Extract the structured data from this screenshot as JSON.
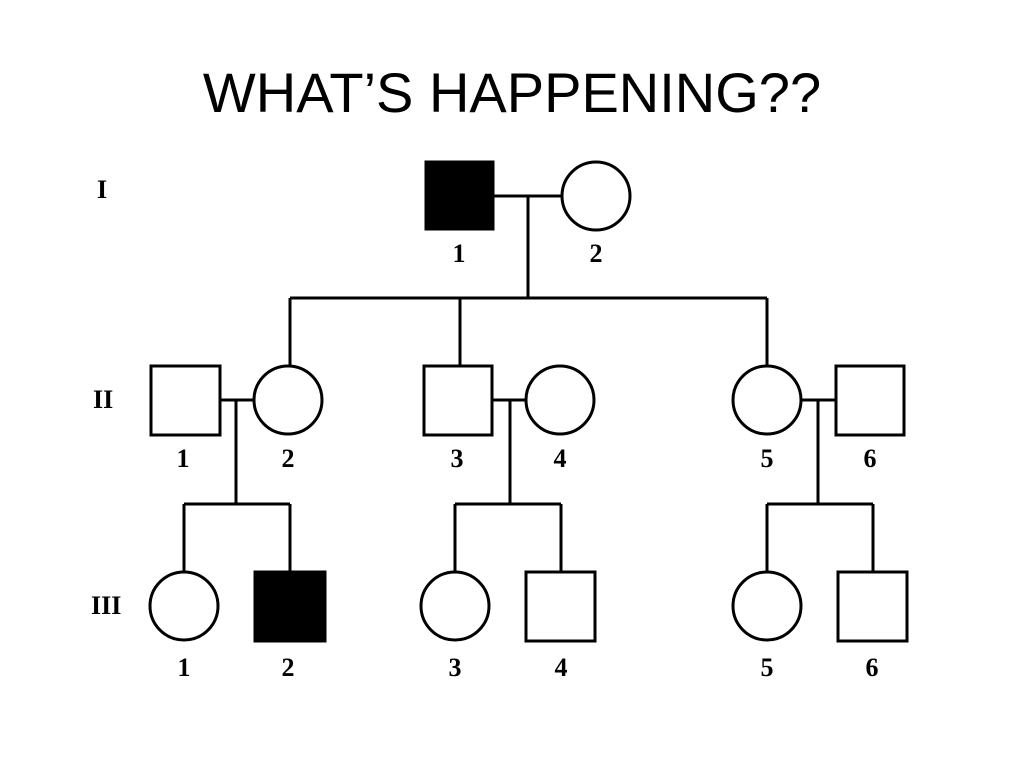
{
  "title": "WHAT’S HAPPENING??",
  "colors": {
    "affected": "#000000",
    "unaffected": "#ffffff",
    "stroke": "#000000"
  },
  "generations": [
    {
      "id": "I",
      "label": "I",
      "individuals": [
        {
          "number": "1",
          "sex": "male",
          "affected": true
        },
        {
          "number": "2",
          "sex": "female",
          "affected": false
        }
      ]
    },
    {
      "id": "II",
      "label": "II",
      "individuals": [
        {
          "number": "1",
          "sex": "male",
          "affected": false
        },
        {
          "number": "2",
          "sex": "female",
          "affected": false
        },
        {
          "number": "3",
          "sex": "male",
          "affected": false
        },
        {
          "number": "4",
          "sex": "female",
          "affected": false
        },
        {
          "number": "5",
          "sex": "female",
          "affected": false
        },
        {
          "number": "6",
          "sex": "male",
          "affected": false
        }
      ]
    },
    {
      "id": "III",
      "label": "III",
      "individuals": [
        {
          "number": "1",
          "sex": "female",
          "affected": false
        },
        {
          "number": "2",
          "sex": "male",
          "affected": true
        },
        {
          "number": "3",
          "sex": "female",
          "affected": false
        },
        {
          "number": "4",
          "sex": "male",
          "affected": false
        },
        {
          "number": "5",
          "sex": "female",
          "affected": false
        },
        {
          "number": "6",
          "sex": "male",
          "affected": false
        }
      ]
    }
  ]
}
